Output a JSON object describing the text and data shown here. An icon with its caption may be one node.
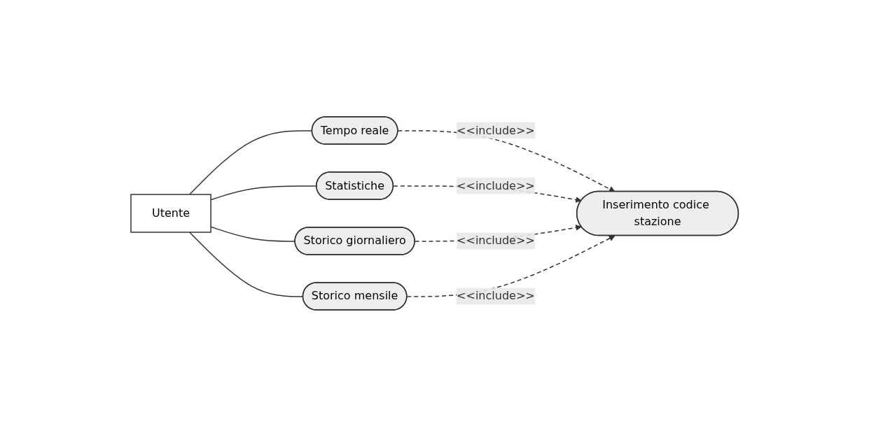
{
  "diagram": {
    "nodes": [
      {
        "text": [
          "Utente"
        ]
      },
      {
        "text": [
          "Tempo reale"
        ]
      },
      {
        "text": [
          "Statistiche"
        ]
      },
      {
        "text": [
          "Storico giornaliero"
        ]
      },
      {
        "text": [
          "Storico mensile"
        ]
      },
      {
        "text": [
          "Inserimento codice stazione"
        ]
      }
    ],
    "edges": [
      {
        "from": 0,
        "to": 1,
        "arrow": "none"
      },
      {
        "from": 0,
        "to": 2,
        "arrow": "none"
      },
      {
        "from": 0,
        "to": 3,
        "arrow": "none"
      },
      {
        "from": 0,
        "to": 4,
        "arrow": "none"
      },
      {
        "from": 1,
        "to": 5,
        "arrow": "to",
        "style": "dashed",
        "label": "<<include>>"
      },
      {
        "from": 2,
        "to": 5,
        "arrow": "to",
        "style": "dashed",
        "label": "<<include>>"
      },
      {
        "from": 3,
        "to": 5,
        "arrow": "to",
        "style": "dashed",
        "label": "<<include>>"
      },
      {
        "from": 4,
        "to": 5,
        "arrow": "to",
        "style": "dashed",
        "label": "<<include>>"
      }
    ]
  }
}
